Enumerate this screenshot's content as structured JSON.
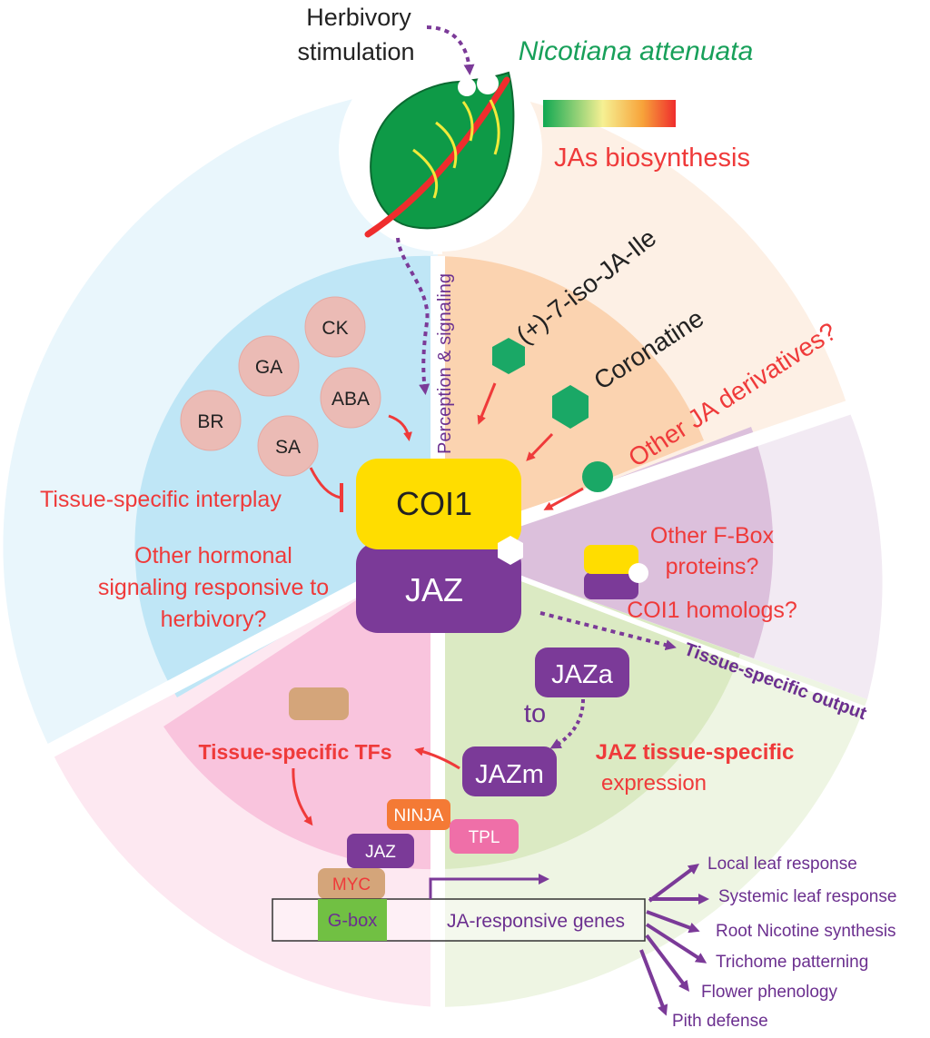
{
  "top": {
    "herbivory_line1": "Herbivory",
    "herbivory_line2": "stimulation",
    "species": "Nicotiana attenuata",
    "biosynthesis": "JAs biosynthesis"
  },
  "perception_label": "Perception & signaling",
  "ligands": {
    "iso_ja_ile": "(+)-7-iso-JA-Ile",
    "coronatine": "Coronatine",
    "other_derivatives": "Other JA derivatives?"
  },
  "hormones": {
    "ck": "CK",
    "ga": "GA",
    "aba": "ABA",
    "br": "BR",
    "sa": "SA"
  },
  "interplay": {
    "tissue_interplay": "Tissue-specific interplay",
    "other_line1": "Other hormonal",
    "other_line2": "signaling responsive to",
    "other_line3": "herbivory?"
  },
  "receptor": {
    "coi1": "COI1",
    "jaz": "JAZ"
  },
  "fbox": {
    "line1": "Other F-Box",
    "line2": "proteins?",
    "homologs": "COI1 homologs?"
  },
  "output": {
    "tissue_output": "Tissue-specific output",
    "jaza": "JAZa",
    "to": "to",
    "jazm": "JAZm",
    "expr_line1": "JAZ tissue-specific",
    "expr_line2": "expression"
  },
  "tf": {
    "label": "Tissue-specific TFs",
    "ninja": "NINJA",
    "tpl": "TPL",
    "jaz": "JAZ",
    "myc": "MYC",
    "gbox": "G-box",
    "genes": "JA-responsive genes"
  },
  "responses": [
    "Local leaf response",
    "Systemic leaf response",
    "Root Nicotine synthesis",
    "Trichome patterning",
    "Flower phenology",
    "Pith defense"
  ],
  "colors": {
    "blue_sector": "#bfe6f6",
    "peach_sector": "#fbd3b0",
    "lavender_sector": "#d9b9d9",
    "green_sector": "#d9e9bf",
    "pink_sector": "#f9c2dc",
    "coi1": "#ffdd00",
    "jaz": "#7b3a98",
    "red_text": "#ef3a3a",
    "purple_text": "#6b2f8f",
    "ligand_green": "#1aa866"
  }
}
